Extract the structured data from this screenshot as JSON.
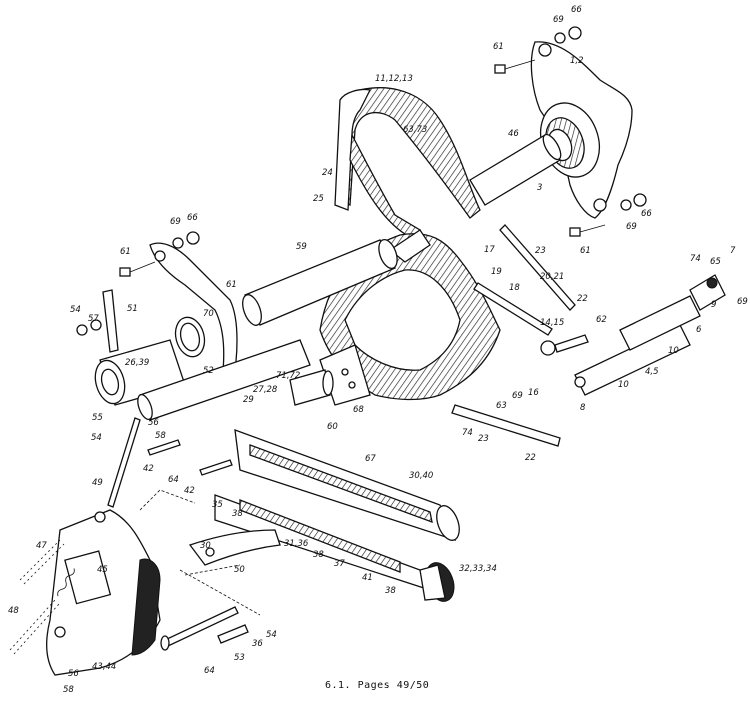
{
  "caption": "6.1. Pages 49/50",
  "part_labels": [
    "1,2",
    "3",
    "4,5",
    "6",
    "7",
    "8",
    "9",
    "10",
    "11,12,13",
    "14,15",
    "16",
    "17",
    "18",
    "19",
    "20,21",
    "22",
    "23",
    "24",
    "25",
    "26,39",
    "27,28",
    "29",
    "30",
    "30,40",
    "31,36",
    "32,33,34",
    "35",
    "36",
    "37",
    "38",
    "41",
    "42",
    "43,44",
    "45",
    "46",
    "47",
    "48",
    "49",
    "50",
    "51",
    "52",
    "53",
    "54",
    "55",
    "56",
    "57",
    "58",
    "59",
    "60",
    "61",
    "62",
    "63",
    "63,73",
    "64",
    "65",
    "66",
    "67",
    "68",
    "69",
    "70",
    "71,72",
    "74"
  ]
}
